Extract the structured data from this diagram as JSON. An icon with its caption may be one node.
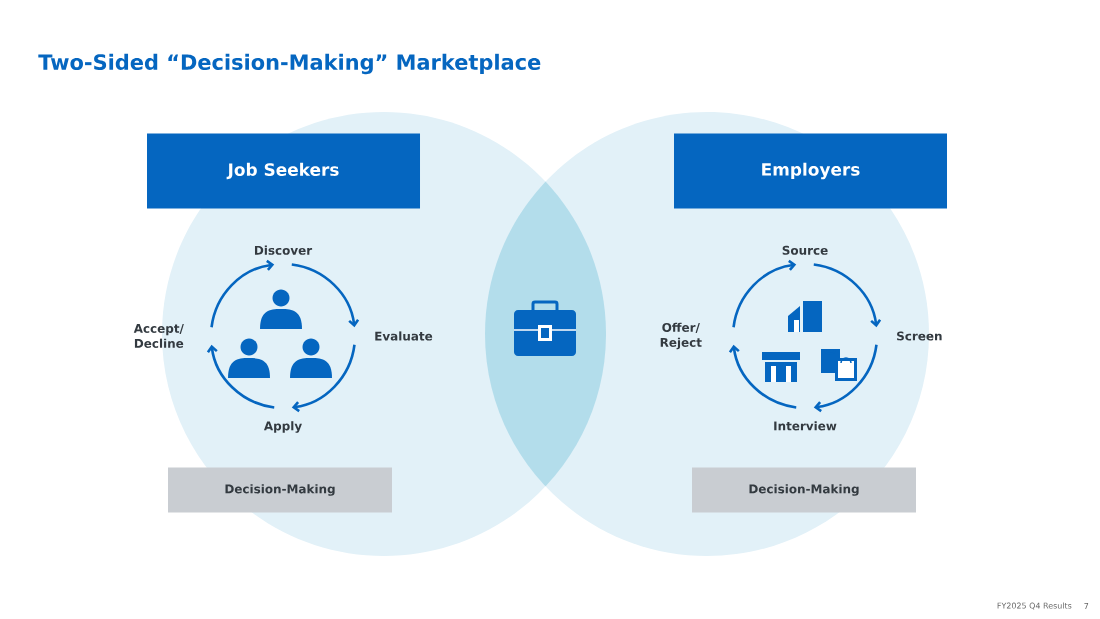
{
  "diagram": {
    "title": "Two-Sided “Decision-Making” Marketplace",
    "nodes": [
      {
        "text": [
          "Job Seekers"
        ]
      },
      {
        "text": [
          "Discover"
        ]
      },
      {
        "text": [
          "Evaluate"
        ]
      },
      {
        "text": [
          "Apply"
        ]
      },
      {
        "text": [
          "Accept/ Decline"
        ]
      },
      {
        "text": [
          "Decision-Making"
        ]
      },
      {
        "text": [
          "Employers"
        ]
      },
      {
        "text": [
          "Source"
        ]
      },
      {
        "text": [
          "Screen"
        ]
      },
      {
        "text": [
          "Interview"
        ]
      },
      {
        "text": [
          "Offer/ Reject"
        ]
      },
      {
        "text": [
          "Decision-Making"
        ]
      }
    ],
    "edges": [
      {
        "from": 4,
        "to": 1,
        "arrow": "to"
      },
      {
        "from": 1,
        "to": 2,
        "arrow": "to"
      },
      {
        "from": 2,
        "to": 3,
        "arrow": "to"
      },
      {
        "from": 3,
        "to": 4,
        "arrow": "to"
      },
      {
        "from": 10,
        "to": 7,
        "arrow": "to"
      },
      {
        "from": 7,
        "to": 8,
        "arrow": "to"
      },
      {
        "from": 8,
        "to": 9,
        "arrow": "to"
      },
      {
        "from": 9,
        "to": 10,
        "arrow": "to"
      }
    ],
    "labels": [
      "FY2025 Q4 Results",
      "7"
    ]
  }
}
